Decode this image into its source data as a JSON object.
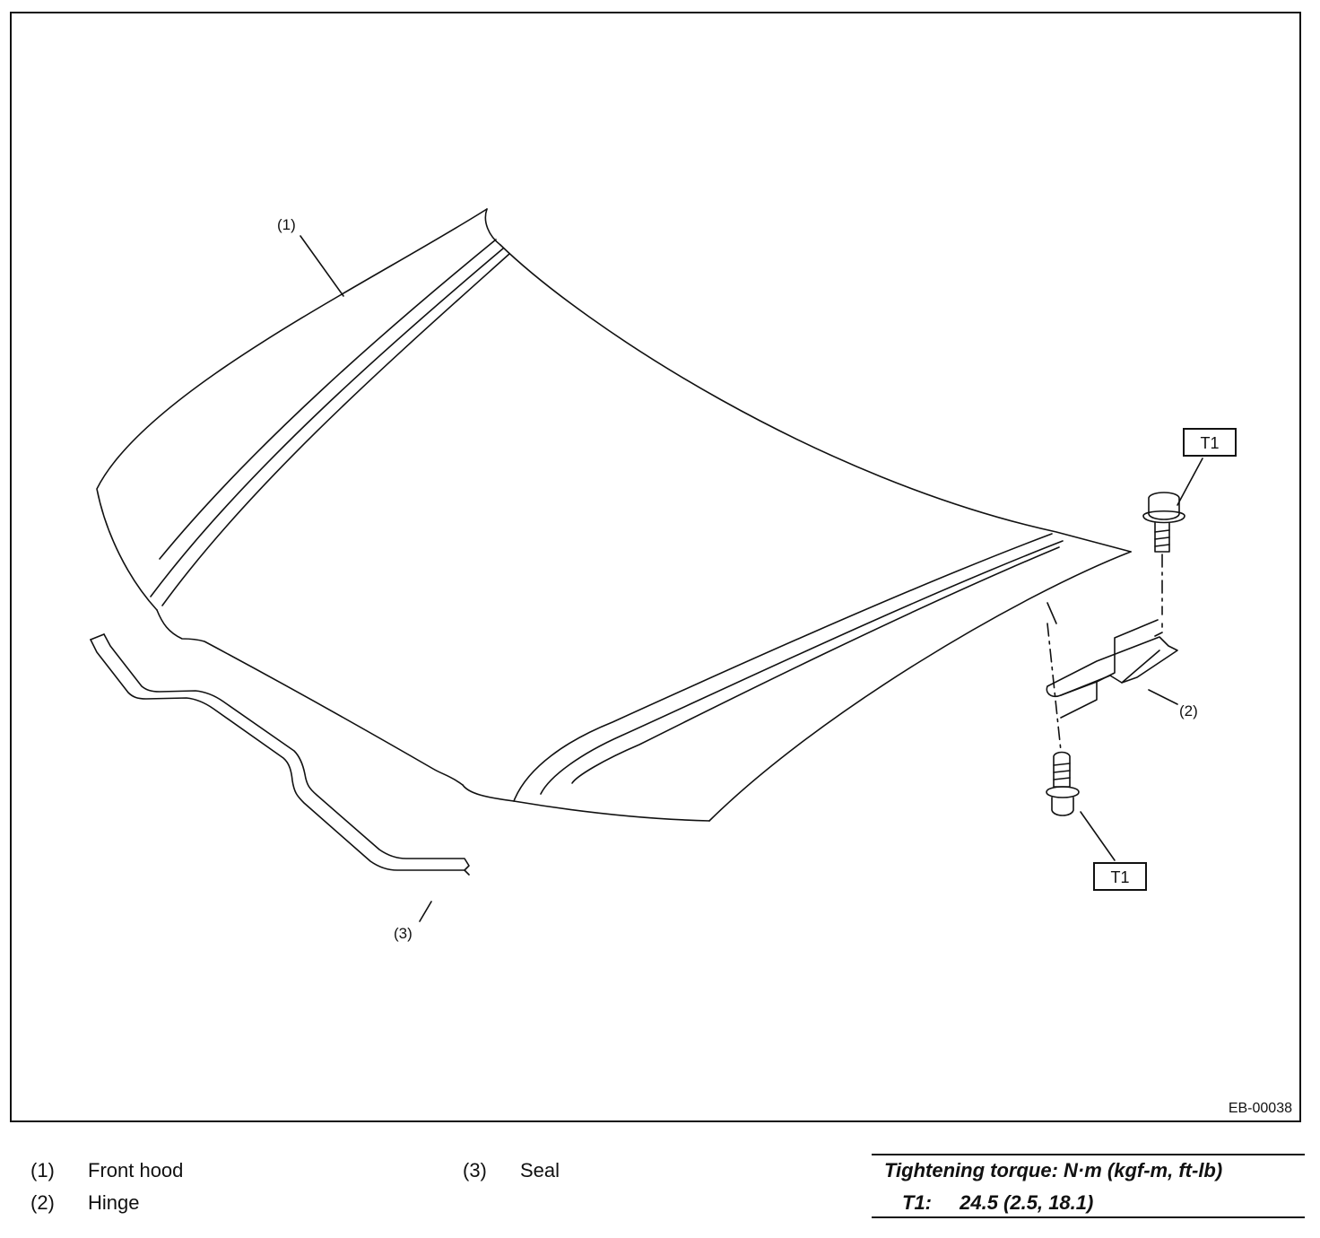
{
  "figure": {
    "code": "EB-00038",
    "callouts": {
      "front_hood": "(1)",
      "hinge": "(2)",
      "seal": "(3)",
      "torque_upper": "T1",
      "torque_lower": "T1"
    }
  },
  "legend": {
    "items": [
      {
        "num": "(1)",
        "name": "Front hood"
      },
      {
        "num": "(2)",
        "name": "Hinge"
      },
      {
        "num": "(3)",
        "name": "Seal"
      }
    ]
  },
  "torque": {
    "title": "Tightening torque: N·m (kgf-m, ft-lb)",
    "label": "T1:",
    "value": "24.5 (2.5, 18.1)"
  }
}
